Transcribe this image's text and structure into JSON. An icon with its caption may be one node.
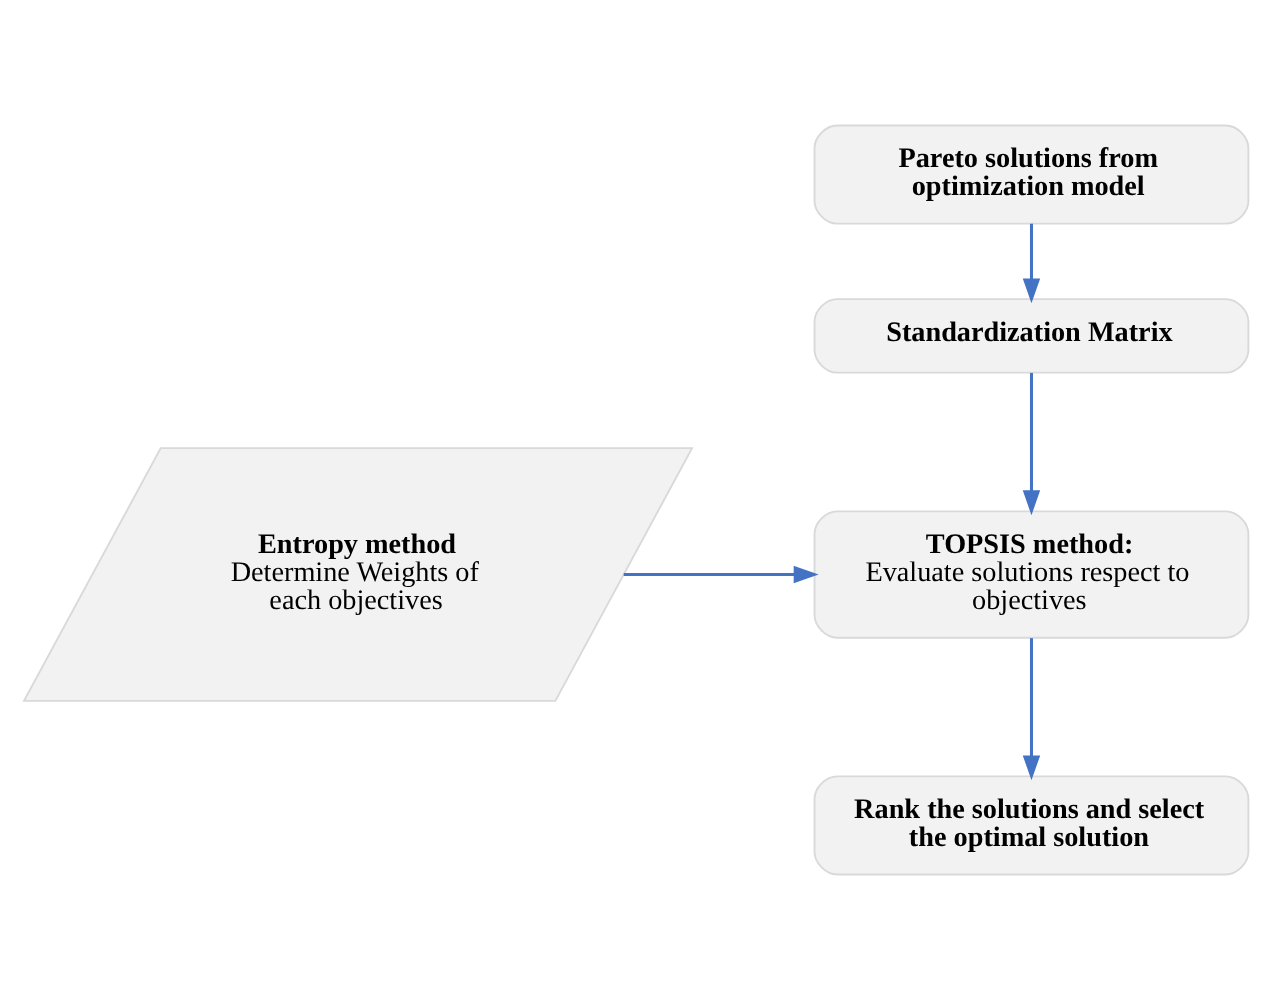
{
  "diagram": {
    "nodes": [
      {
        "text": [
          "Pareto solutions from optimization model"
        ]
      },
      {
        "text": [
          "Standardization Matrix"
        ]
      },
      {
        "text": [
          "Entropy method",
          "Determine Weights of each objectives"
        ]
      },
      {
        "text": [
          "TOPSIS method:",
          "Evaluate solutions respect to objectives"
        ]
      },
      {
        "text": [
          "Rank the solutions and select the optimal solution"
        ]
      }
    ],
    "edges": [
      {
        "from": 0,
        "to": 1,
        "arrow": "to"
      },
      {
        "from": 1,
        "to": 3,
        "arrow": "to"
      },
      {
        "from": 2,
        "to": 3,
        "arrow": "to"
      },
      {
        "from": 3,
        "to": 4,
        "arrow": "to"
      }
    ]
  }
}
